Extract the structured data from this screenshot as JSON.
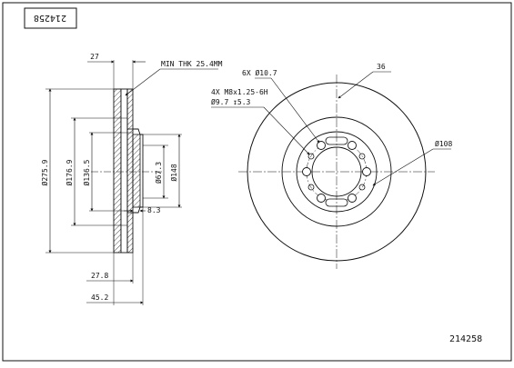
{
  "drawing": {
    "part_number_top": "214258",
    "part_number_bottom": "214258",
    "side_view": {
      "dim_27": "27",
      "min_thk": "MIN THK 25.4MM",
      "d_outer": "Ø275.9",
      "d_176": "Ø176.9",
      "d_136": "Ø136.5",
      "d_67": "Ø67.3",
      "d_148": "Ø148",
      "dim_8_3": "8.3",
      "dim_27_8": "27.8",
      "dim_45_2": "45.2"
    },
    "front_view": {
      "holes_6x": "6X Ø10.7",
      "holes_4x": "4X M8x1.25-6H",
      "counterbore": "Ø9.7 ↧5.3",
      "dim_36": "36",
      "d_108": "Ø108"
    }
  }
}
